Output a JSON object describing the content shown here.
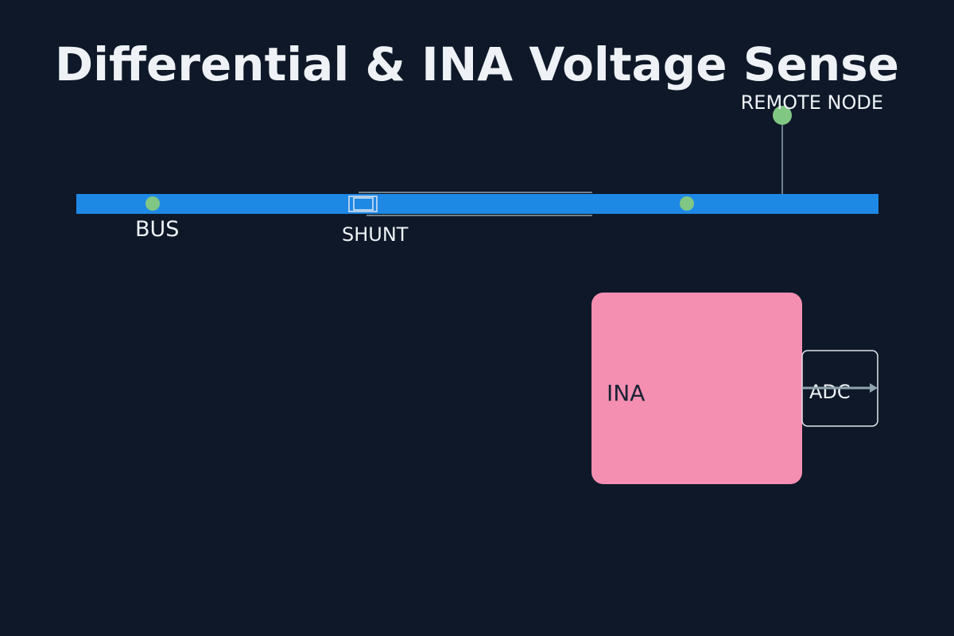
{
  "title": "Differential & INA Voltage Sense",
  "labels": {
    "bus": "BUS",
    "shunt": "SHUNT",
    "remote_node": "REMOTE NODE",
    "ina": "INA",
    "adc": "ADC"
  },
  "colors": {
    "background": "#0e1828",
    "bus_bar": "#1e88e5",
    "node": "#81c784",
    "ina_block": "#f48fb1",
    "wire": "#90a4ae",
    "outline": "#e0e6ee",
    "text_light": "#eef2f6",
    "text_dark": "#1a2233"
  }
}
